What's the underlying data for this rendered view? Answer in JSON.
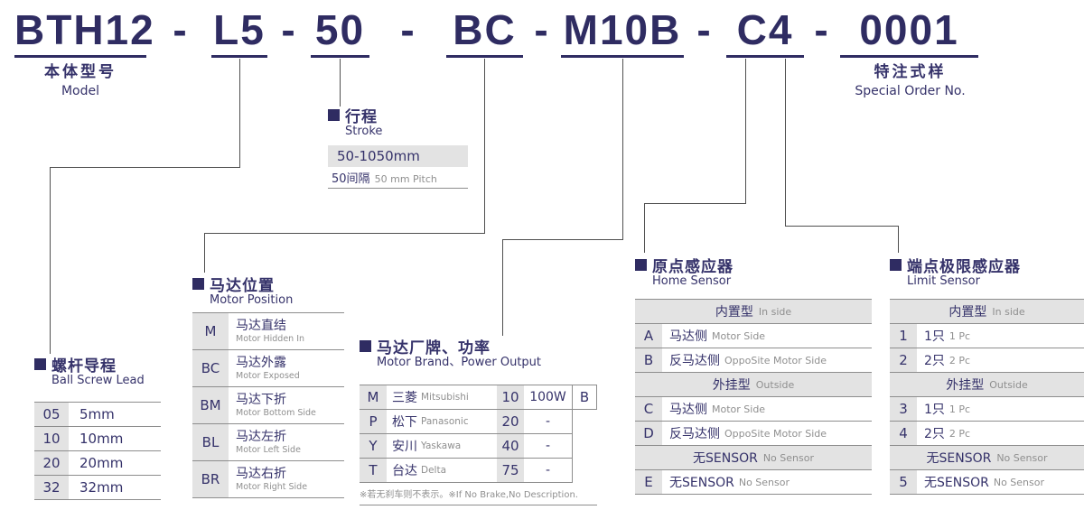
{
  "colors": {
    "accent": "#2f2c62",
    "text": "#35326a",
    "muted": "#8f8f8f",
    "shade": "#e3e3e3",
    "line": "#4f4f4f",
    "border": "#8d8d8d"
  },
  "code": {
    "separator": "-",
    "segments": [
      "BTH12",
      "L5",
      "50",
      "BC",
      "M10B",
      "C4",
      "0001"
    ]
  },
  "model_label": {
    "zh": "本体型号",
    "en": "Model"
  },
  "special_order_label": {
    "zh": "特注式样",
    "en": "Special Order No."
  },
  "stroke": {
    "title_zh": "行程",
    "title_en": "Stroke",
    "range": "50-1050mm",
    "pitch_zh": "50间隔",
    "pitch_en": "50 mm Pitch"
  },
  "ball_screw": {
    "title_zh": "螺杆导程",
    "title_en": "Ball Screw Lead",
    "rows": [
      {
        "code": "05",
        "value": "5mm"
      },
      {
        "code": "10",
        "value": "10mm"
      },
      {
        "code": "20",
        "value": "20mm"
      },
      {
        "code": "32",
        "value": "32mm"
      }
    ]
  },
  "motor_position": {
    "title_zh": "马达位置",
    "title_en": "Motor Position",
    "rows": [
      {
        "code": "M",
        "zh": "马达直结",
        "en": "Motor Hidden In"
      },
      {
        "code": "BC",
        "zh": "马达外露",
        "en": "Motor Exposed"
      },
      {
        "code": "BM",
        "zh": "马达下折",
        "en": "Motor Bottom Side"
      },
      {
        "code": "BL",
        "zh": "马达左折",
        "en": "Motor Left Side"
      },
      {
        "code": "BR",
        "zh": "马达右折",
        "en": "Motor Right Side"
      }
    ]
  },
  "motor_brand": {
    "title_zh": "马达厂牌、功率",
    "title_en": "Motor Brand、Power Output",
    "rows": [
      {
        "code": "M",
        "brand_zh": "三菱",
        "brand_en": "Mitsubishi",
        "power_code": "10",
        "power": "100W",
        "brake": "B"
      },
      {
        "code": "P",
        "brand_zh": "松下",
        "brand_en": "Panasonic",
        "power_code": "20",
        "power": "-"
      },
      {
        "code": "Y",
        "brand_zh": "安川",
        "brand_en": "Yaskawa",
        "power_code": "40",
        "power": "-"
      },
      {
        "code": "T",
        "brand_zh": "台达",
        "brand_en": "Delta",
        "power_code": "75",
        "power": "-"
      }
    ],
    "note_zh": "※若无刹车则不表示。",
    "note_en": "※If No Brake,No Description."
  },
  "home_sensor": {
    "title_zh": "原点感应器",
    "title_en": "Home Sensor",
    "rows": [
      {
        "header_zh": "内置型",
        "header_en": "In side"
      },
      {
        "code": "A",
        "zh": "马达侧",
        "en": "Motor Side"
      },
      {
        "code": "B",
        "zh": "反马达侧",
        "en": "OppoSite Motor Side"
      },
      {
        "header_zh": "外挂型",
        "header_en": "Outside"
      },
      {
        "code": "C",
        "zh": "马达侧",
        "en": "Motor Side"
      },
      {
        "code": "D",
        "zh": "反马达侧",
        "en": "OppoSite Motor Side"
      },
      {
        "header_zh": "无SENSOR",
        "header_en": "No Sensor"
      },
      {
        "code": "E",
        "zh": "无SENSOR",
        "en": "No Sensor"
      }
    ]
  },
  "limit_sensor": {
    "title_zh": "端点极限感应器",
    "title_en": "Limit Sensor",
    "rows": [
      {
        "header_zh": "内置型",
        "header_en": "In side"
      },
      {
        "code": "1",
        "zh": "1只",
        "en": "1 Pc"
      },
      {
        "code": "2",
        "zh": "2只",
        "en": "2 Pc"
      },
      {
        "header_zh": "外挂型",
        "header_en": "Outside"
      },
      {
        "code": "3",
        "zh": "1只",
        "en": "1 Pc"
      },
      {
        "code": "4",
        "zh": "2只",
        "en": "2 Pc"
      },
      {
        "header_zh": "无SENSOR",
        "header_en": "No Sensor"
      },
      {
        "code": "5",
        "zh": "无SENSOR",
        "en": "No Sensor"
      }
    ]
  }
}
